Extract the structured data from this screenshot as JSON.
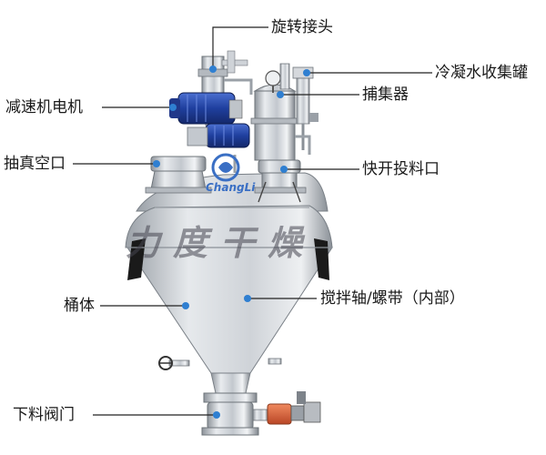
{
  "labels": {
    "rotary_joint": "旋转接头",
    "condensate_tank": "冷凝水收集罐",
    "reducer_motor": "减速机电机",
    "catcher": "捕集器",
    "vacuum_port": "抽真空口",
    "quick_feed_port": "快开投料口",
    "barrel": "桶体",
    "agitator": "搅拌轴/螺带（内部）",
    "discharge_valve": "下料阀门"
  },
  "watermark": "力度干燥",
  "logo_text": "ChangLi",
  "colors": {
    "marker": "#2f7fd1",
    "leader": "#222222",
    "motor": "#2b4fb0",
    "steel": "#c9cdd2",
    "valve_orange": "#d9603a"
  }
}
